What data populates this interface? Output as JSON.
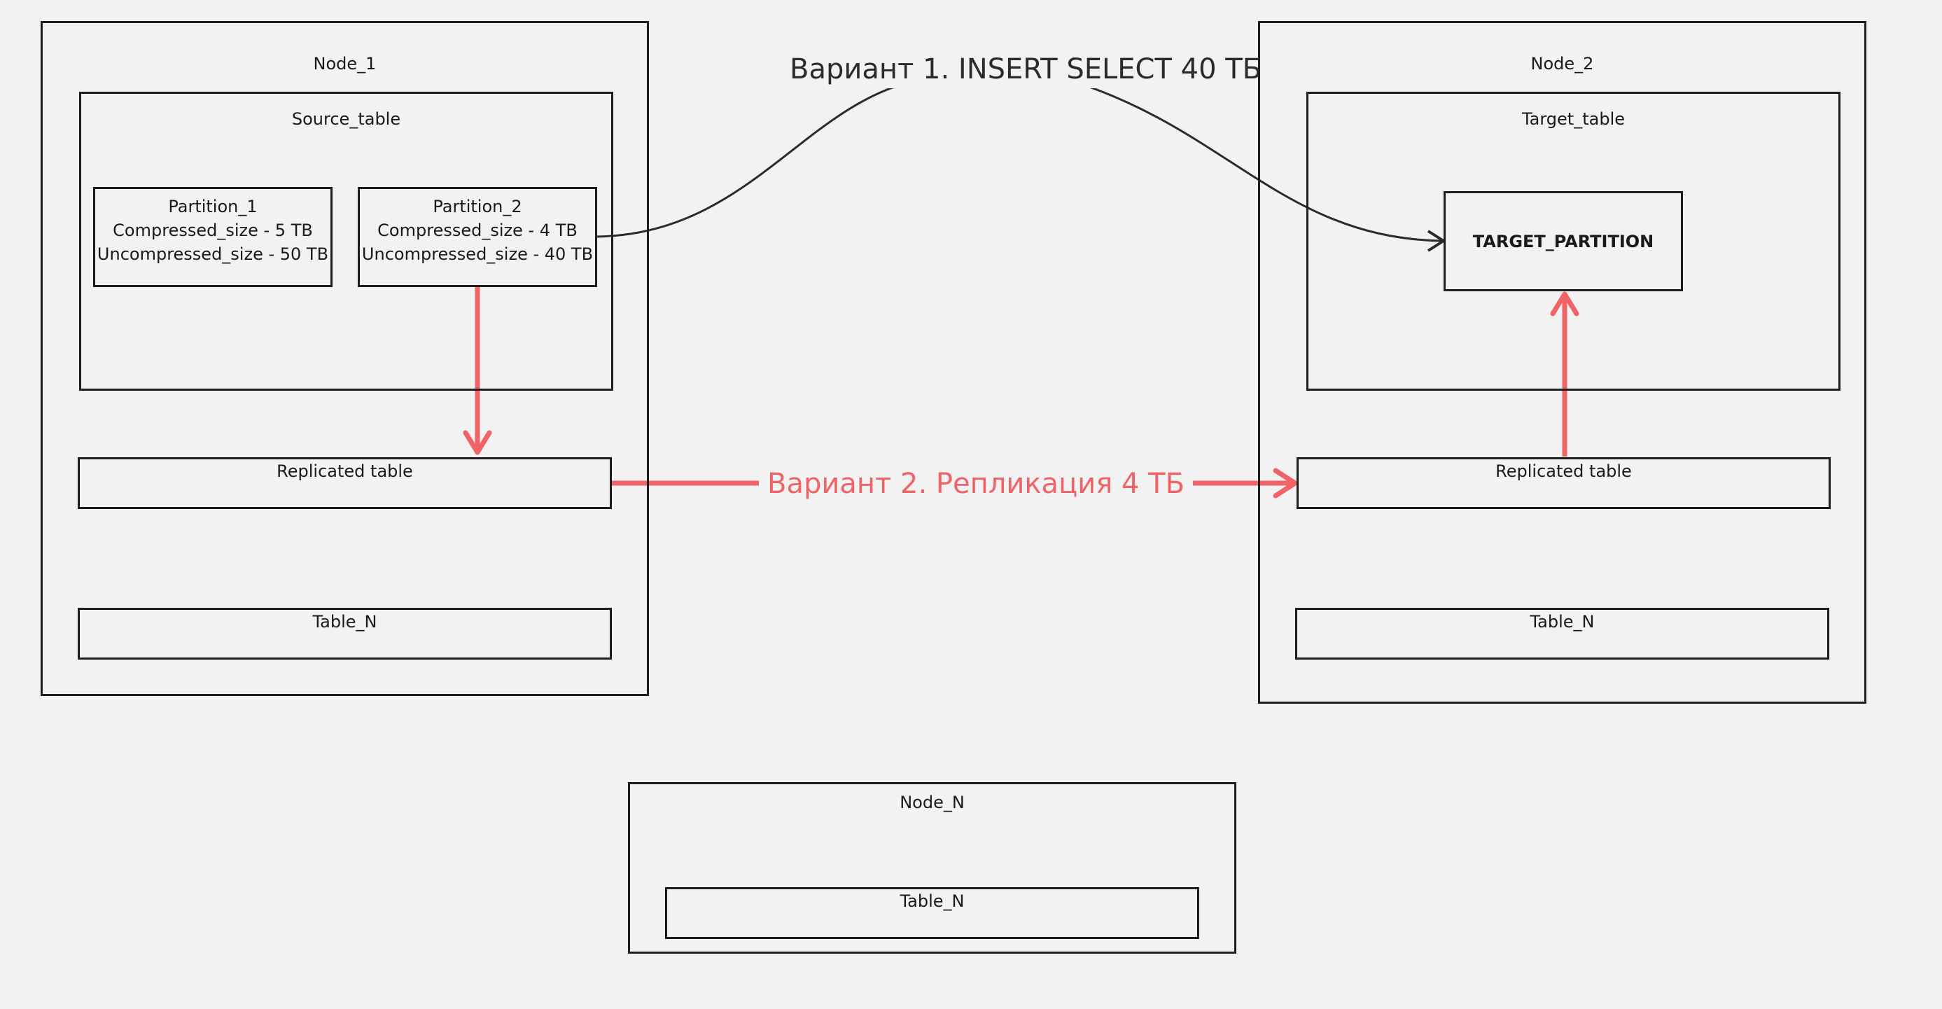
{
  "colors": {
    "background": "#f2f2f2",
    "stroke": "#1e1e1e",
    "accent_red": "#f06468"
  },
  "node1": {
    "title": "Node_1",
    "source_table": {
      "title": "Source_table",
      "partition_1": {
        "name": "Partition_1",
        "compressed": "Compressed_size - 5 TB",
        "uncompressed": "Uncompressed_size - 50 TB"
      },
      "partition_2": {
        "name": "Partition_2",
        "compressed": "Compressed_size - 4 TB",
        "uncompressed": "Uncompressed_size - 40 TB"
      }
    },
    "replicated_table": "Replicated table",
    "table_n": "Table_N"
  },
  "node2": {
    "title": "Node_2",
    "target_table": {
      "title": "Target_table",
      "target_partition": "TARGET_PARTITION"
    },
    "replicated_table": "Replicated table",
    "table_n": "Table_N"
  },
  "nodeN": {
    "title": "Node_N",
    "table_n": "Table_N"
  },
  "edges": {
    "variant1": "Вариант 1. INSERT SELECT 40 ТБ",
    "variant2": "Вариант 2. Репликация 4 ТБ"
  }
}
